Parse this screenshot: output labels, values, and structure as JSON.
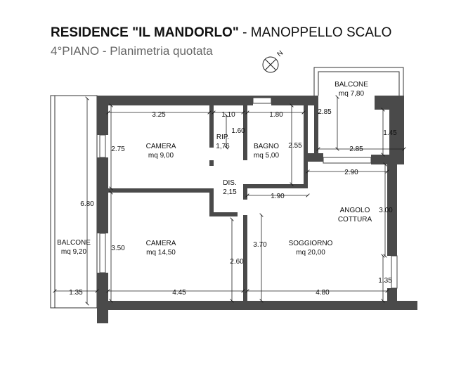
{
  "header": {
    "title_bold": "RESIDENCE \"IL MANDORLO\"",
    "title_rest": " - MANOPPELLO SCALO",
    "subtitle": "4°PIANO - Planimetria quotata"
  },
  "compass": {
    "letter": "N"
  },
  "rooms": {
    "camera_1": {
      "name": "CAMERA",
      "area": "mq 9,00"
    },
    "rip": {
      "name": "RIP.",
      "area": "1,76"
    },
    "bagno": {
      "name": "BAGNO",
      "area": "mq 5,00"
    },
    "balcone_top": {
      "name": "BALCONE",
      "area": "mq 7,80"
    },
    "dis": {
      "name": "DIS.",
      "area": "2,15"
    },
    "angolo_cottura_1": "ANGOLO",
    "angolo_cottura_2": "COTTURA",
    "camera_2": {
      "name": "CAMERA",
      "area": "mq 14,50"
    },
    "soggiorno": {
      "name": "SOGGIORNO",
      "area": "mq 20,00"
    },
    "balcone_left": {
      "name": "BALCONE",
      "area": "mq 9,20"
    }
  },
  "dimensions": {
    "d_325": "3.25",
    "d_110": "1.10",
    "d_180": "1.80",
    "d_160": "1.60",
    "d_275": "2.75",
    "d_255": "2.55",
    "d_285v": "2.85",
    "d_145": "1.45",
    "d_285h": "2.85",
    "d_290": "2.90",
    "d_190": "1.90",
    "d_680": "6.80",
    "d_300": "3.00",
    "d_350": "3.50",
    "d_370": "3.70",
    "d_260": "2.60",
    "d_135b": "1.35",
    "d_135l": "1.35",
    "d_445": "4.45",
    "d_480": "4.80"
  }
}
